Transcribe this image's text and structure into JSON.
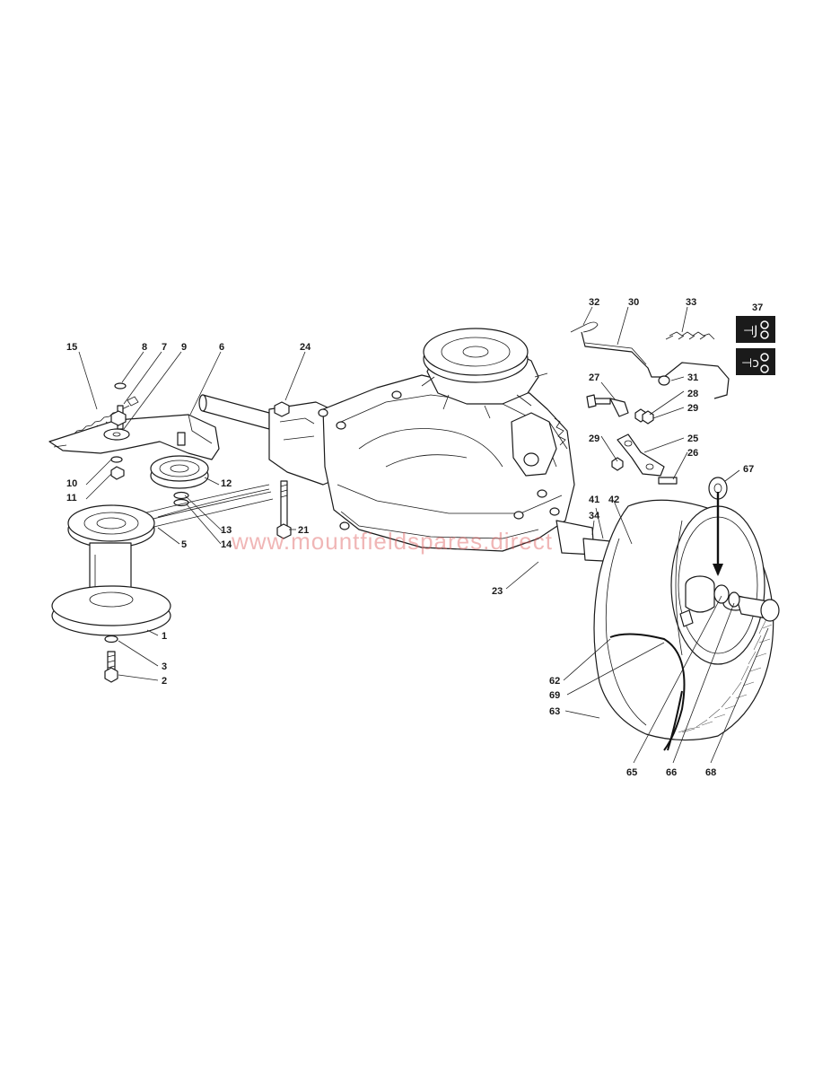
{
  "watermark": "www.mountfieldspares.direct",
  "labels": {
    "l1": "1",
    "l2": "2",
    "l3": "3",
    "l5": "5",
    "l6": "6",
    "l7": "7",
    "l8": "8",
    "l9": "9",
    "l10": "10",
    "l11": "11",
    "l12": "12",
    "l13": "13",
    "l14": "14",
    "l15": "15",
    "l21": "21",
    "l23": "23",
    "l24": "24",
    "l25": "25",
    "l26": "26",
    "l27": "27",
    "l28": "28",
    "l29a": "29",
    "l29b": "29",
    "l30": "30",
    "l31": "31",
    "l32": "32",
    "l33": "33",
    "l34": "34",
    "l37": "37",
    "l41": "41",
    "l42": "42",
    "l62": "62",
    "l63": "63",
    "l65": "65",
    "l66": "66",
    "l67": "67",
    "l68": "68",
    "l69": "69"
  },
  "icons": {
    "grease_badge": "grease-icon",
    "torque_badge": "torque-icon"
  },
  "colors": {
    "line": "#1a1a1a",
    "watermark": "#e06060",
    "badge_bg": "#1a1a1a"
  }
}
